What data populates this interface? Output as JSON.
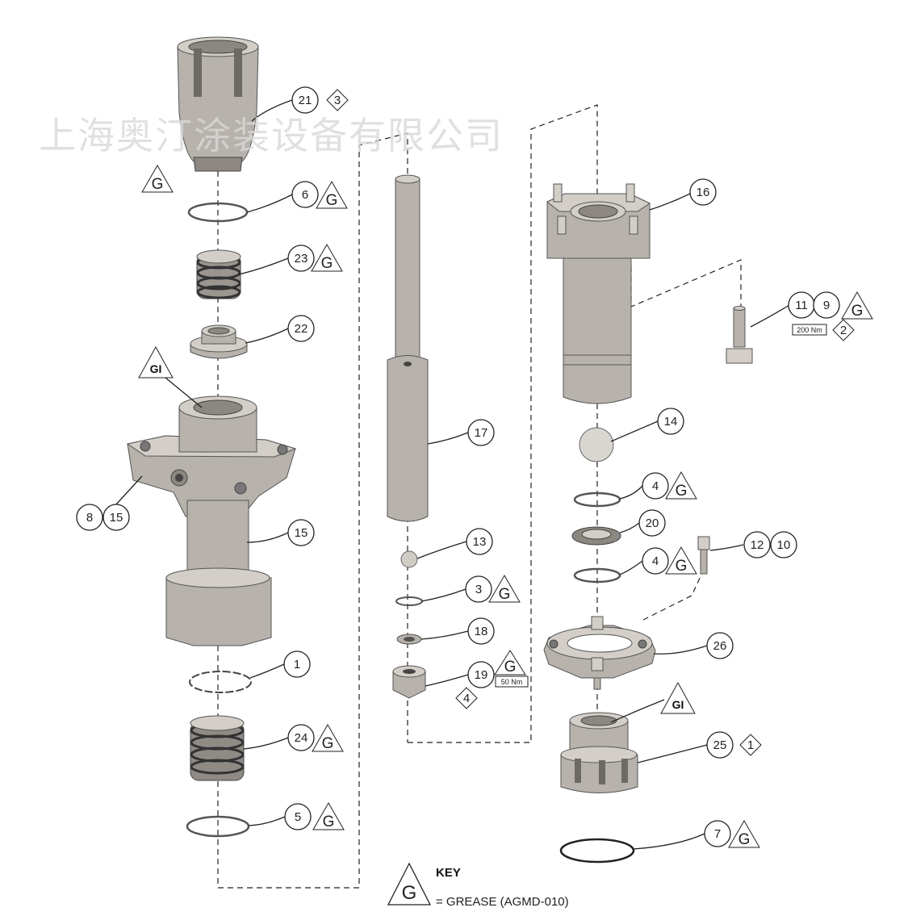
{
  "watermark": "上海奥汀涂装设备有限公司",
  "grease_mark": "G",
  "gi_mark": "GI",
  "parts": {
    "p21": "21",
    "p6": "6",
    "p23": "23",
    "p22": "22",
    "p8": "8",
    "p15a": "15",
    "p15b": "15",
    "p1": "1",
    "p24": "24",
    "p5": "5",
    "p17": "17",
    "p13": "13",
    "p3": "3",
    "p18": "18",
    "p19": "19",
    "p16": "16",
    "p11": "11",
    "p9": "9",
    "p14": "14",
    "p4a": "4",
    "p20": "20",
    "p12": "12",
    "p10": "10",
    "p4b": "4",
    "p26": "26",
    "p25": "25",
    "p7": "7"
  },
  "notes": {
    "n21": "3",
    "n19": "4",
    "n11": "2",
    "n25": "1"
  },
  "torques": {
    "t19": "50 Nm",
    "t11": "200 Nm"
  },
  "key": {
    "title": "KEY",
    "grease": "= GREASE (AGMD-010)"
  }
}
